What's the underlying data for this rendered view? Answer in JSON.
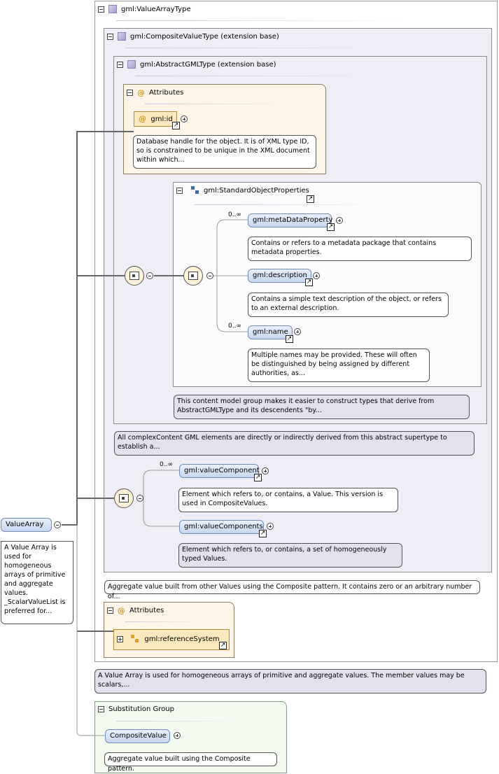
{
  "value_array_type": {
    "label": "gml:ValueArrayType",
    "composite_value_type": {
      "label": "gml:CompositeValueType (extension base)",
      "abstract_gml_type": {
        "label": "gml:AbstractGMLType (extension base)",
        "attributes": {
          "label": "Attributes",
          "gml_id": {
            "label": "gml:id",
            "doc": "Database handle for the object. It is of XML type ID, so is constrained to be unique in the XML document within which..."
          }
        },
        "standard_object_properties": {
          "label": "gml:StandardObjectProperties",
          "meta_data_property": {
            "label": "gml:metaDataProperty",
            "multiplicity": "0..∞",
            "doc": "Contains or refers to a metadata package that contains metadata properties."
          },
          "description": {
            "label": "gml:description",
            "doc": "Contains a simple text description of the object, or refers to an external description."
          },
          "name": {
            "label": "gml:name",
            "multiplicity": "0..∞",
            "doc": "Multiple names may be provided. These will often be distinguished by being assigned by different authorities, as..."
          },
          "doc": "This content model group makes it easier to construct types that derive from AbstractGMLType and its descendents \"by..."
        },
        "doc": "All complexContent GML elements are directly or indirectly derived from this abstract supertype to establish a..."
      },
      "value_component": {
        "label": "gml:valueComponent",
        "multiplicity": "0..∞",
        "doc": "Element which refers to, or contains, a Value. This version is used in CompositeValues."
      },
      "value_components": {
        "label": "gml:valueComponents",
        "doc": "Element which refers to, or contains, a set of homogeneously typed Values."
      },
      "doc": "Aggregate value built from other Values using the Composite pattern. It contains zero or an arbitrary number of..."
    },
    "attributes": {
      "label": "Attributes",
      "reference_system": {
        "label": "gml:referenceSystem"
      }
    },
    "doc": "A Value Array is used for homogeneous arrays of primitive and aggregate values. The member values may be scalars,..."
  },
  "value_array": {
    "label": "ValueArray",
    "doc": "A Value Array is used for homogeneous arrays of primitive and aggregate values. _ScalarValueList is preferred for..."
  },
  "substitution_group": {
    "label": "Substitution Group",
    "composite_value": {
      "label": "CompositeValue",
      "doc": "Aggregate value built using the Composite pattern."
    }
  },
  "icons": {
    "link": "↗",
    "attribute": "@"
  }
}
